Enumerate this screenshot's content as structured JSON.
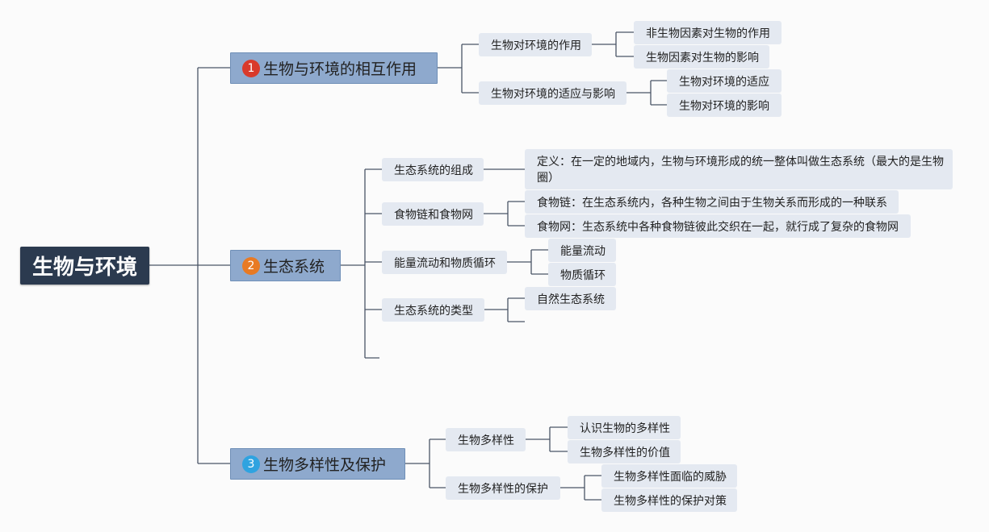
{
  "root": {
    "label": "生物与环境"
  },
  "colors": {
    "badge1": "#d93a2b",
    "badge2": "#e87a24",
    "badge3": "#2fa3e0",
    "line": "#4a5566"
  },
  "branches": [
    {
      "num": "1",
      "label": "生物与环境的相互作用",
      "children": [
        {
          "label": "生物对环境的作用",
          "children": [
            "非生物因素对生物的作用",
            "生物因素对生物的影响"
          ]
        },
        {
          "label": "生物对环境的适应与影响",
          "children": [
            "生物对环境的适应",
            "生物对环境的影响"
          ]
        }
      ]
    },
    {
      "num": "2",
      "label": "生态系统",
      "children": [
        {
          "label": "生态系统的组成",
          "children": [
            "定义：在一定的地域内，生物与环境形成的统一整体叫做生态系统（最大的是生物圈）"
          ]
        },
        {
          "label": "食物链和食物网",
          "children": [
            "食物链：在生态系统内，各种生物之间由于生物关系而形成的一种联系",
            "食物网：生态系统中各种食物链彼此交织在一起，就行成了复杂的食物网"
          ]
        },
        {
          "label": "能量流动和物质循环",
          "children": [
            "能量流动",
            "物质循环"
          ]
        },
        {
          "label": "生态系统的类型",
          "children": [
            "自然生态系统"
          ]
        }
      ]
    },
    {
      "num": "3",
      "label": "生物多样性及保护",
      "children": [
        {
          "label": "生物多样性",
          "children": [
            "认识生物的多样性",
            "生物多样性的价值"
          ]
        },
        {
          "label": "生物多样性的保护",
          "children": [
            "生物多样性面临的威胁",
            "生物多样性的保护对策"
          ]
        }
      ]
    }
  ]
}
